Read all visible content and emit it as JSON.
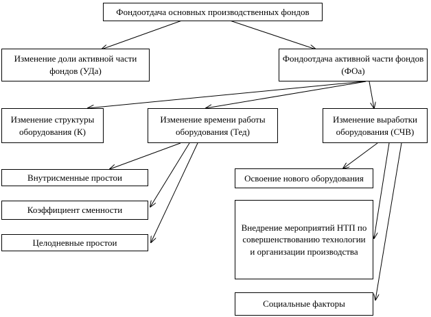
{
  "diagram": {
    "nodes": {
      "root": "Фондоотдача основных производственных фондов",
      "active_share": "Изменение доли активной части фондов (УДа)",
      "active_return": "Фондоотдача активной части фондов (ФОа)",
      "structure": "Изменение структуры оборудования (К)",
      "work_time": "Изменение времени работы оборудования (Тед)",
      "output": "Изменение выработки оборудования (СЧВ)",
      "intra_shift": "Внутрисменные простои",
      "shift_ratio": "Коэффициент сменности",
      "whole_day": "Целодневные простои",
      "new_equipment": "Освоение нового оборудования",
      "ntp_measures": "Внедрение мероприятий НТП по совершенствованию технологии и организации производства",
      "social": "Социальные факторы"
    },
    "edges": [
      {
        "from": "root",
        "to": "active_share"
      },
      {
        "from": "root",
        "to": "active_return"
      },
      {
        "from": "active_return",
        "to": "structure"
      },
      {
        "from": "active_return",
        "to": "work_time"
      },
      {
        "from": "active_return",
        "to": "output"
      },
      {
        "from": "work_time",
        "to": "intra_shift"
      },
      {
        "from": "work_time",
        "to": "shift_ratio"
      },
      {
        "from": "work_time",
        "to": "whole_day"
      },
      {
        "from": "output",
        "to": "new_equipment"
      },
      {
        "from": "output",
        "to": "ntp_measures"
      },
      {
        "from": "output",
        "to": "social"
      }
    ]
  }
}
